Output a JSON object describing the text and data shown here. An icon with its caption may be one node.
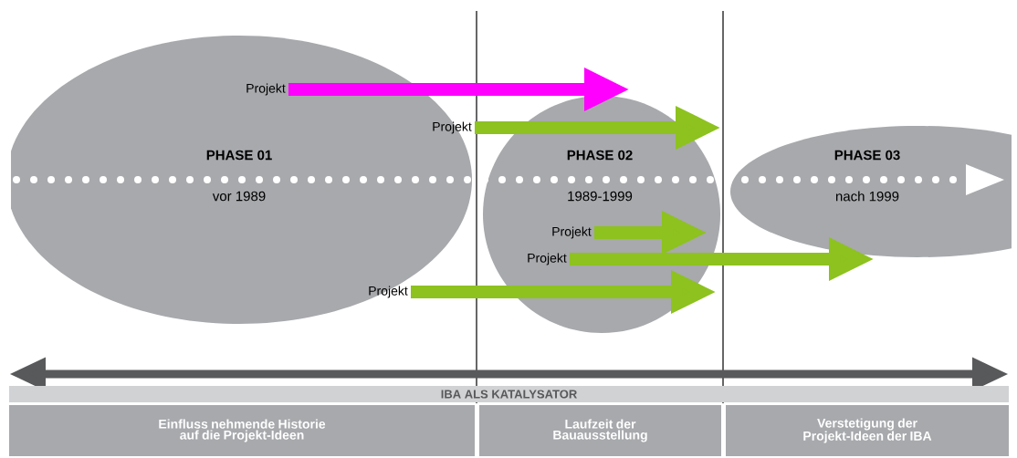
{
  "diagram": {
    "nodes": [
      {
        "text": [
          "PHASE 01",
          "vor 1989"
        ]
      },
      {
        "text": [
          "PHASE 02",
          "1989-1999"
        ]
      },
      {
        "text": [
          "PHASE 03",
          "nach 1999"
        ]
      },
      {
        "text": [
          "Projekt"
        ],
        "in": 0
      },
      {
        "text": [
          "Projekt"
        ],
        "in": 0
      },
      {
        "text": [
          "Projekt"
        ],
        "in": 1
      },
      {
        "text": [
          "Projekt"
        ],
        "in": 1
      },
      {
        "text": [
          "Projekt"
        ],
        "in": 0
      },
      {
        "text": [
          "Einfluss nehmende Historie auf die Projekt-Ideen"
        ]
      },
      {
        "text": [
          "Laufzeit der Bauausstellung"
        ]
      },
      {
        "text": [
          "Verstetigung der Projekt-Ideen der IBA"
        ]
      }
    ],
    "edges": [
      {
        "from": 3,
        "to": 1,
        "arrow": "to",
        "color": "#ff00ff"
      },
      {
        "from": 4,
        "to": 1,
        "arrow": "to"
      },
      {
        "from": 5,
        "to": null,
        "arrow": "to"
      },
      {
        "from": 6,
        "to": 2,
        "arrow": "to"
      },
      {
        "from": 7,
        "to": 1,
        "arrow": "to"
      }
    ],
    "labels": [
      "IBA ALS KATALYSATOR"
    ]
  }
}
